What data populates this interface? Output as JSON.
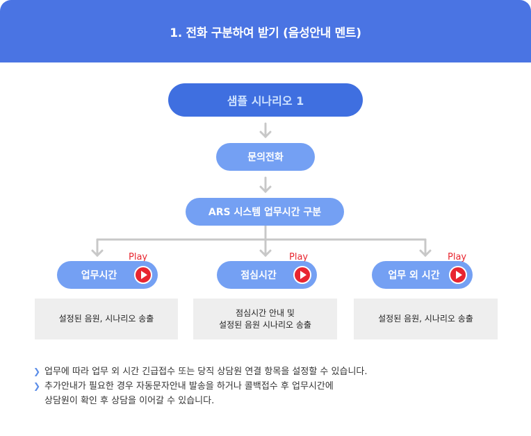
{
  "header": {
    "title": "1. 전화 구분하여 받기 (음성안내 멘트)"
  },
  "nodes": {
    "top": "샘플 시나리오 1",
    "inquiry": "문의전화",
    "ars": "ARS 시스템 업무시간 구분"
  },
  "branches": [
    {
      "label": "업무시간",
      "play": "Play",
      "desc_line1": "설정된 음원, 시나리오 송출",
      "desc_line2": ""
    },
    {
      "label": "점심시간",
      "play": "Play",
      "desc_line1": "점심시간 안내 및",
      "desc_line2": "설정된 음원 시나리오 송출"
    },
    {
      "label": "업무 외 시간",
      "play": "Play",
      "desc_line1": "설정된 음원, 시나리오 송출",
      "desc_line2": ""
    }
  ],
  "notes": [
    {
      "line1": "업무에 따라 업무 외 시간 긴급접수 또는 당직 상담원 연결 항목을 설정할 수 있습니다.",
      "line2": ""
    },
    {
      "line1": "추가안내가 필요한 경우 자동문자안내 발송을 하거나 콜백접수 후 업무시간에",
      "line2": "상담원이 확인 후 상담을 이어갈 수 있습니다."
    }
  ],
  "colors": {
    "header": "#4a74e3",
    "top_node": "#3f6fe0",
    "node": "#74a0f3",
    "play": "#e8252f",
    "connector": "#c8c8c8"
  }
}
